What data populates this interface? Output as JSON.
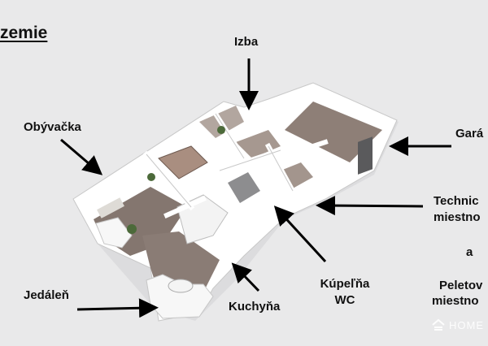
{
  "title": "zemie",
  "labels": {
    "izba": "Izba",
    "obyvacka": "Obývačka",
    "garaz": "Gará",
    "technicka_line1": "Technic",
    "technicka_line2": "miestno",
    "a": "a",
    "peletova_line1": "Peletov",
    "peletova_line2": "miestno",
    "kupelna_line1": "Kúpeľňa",
    "kupelna_line2": "WC",
    "kuchyna": "Kuchyňa",
    "jedalen": "Jedáleň"
  },
  "watermark": {
    "text": "HOME",
    "icon": "homestyler-logo-icon"
  },
  "colors": {
    "background": "#e9e9ea",
    "wall": "#ffffff",
    "floor_wood": "#8a7a72",
    "text": "#111111"
  }
}
